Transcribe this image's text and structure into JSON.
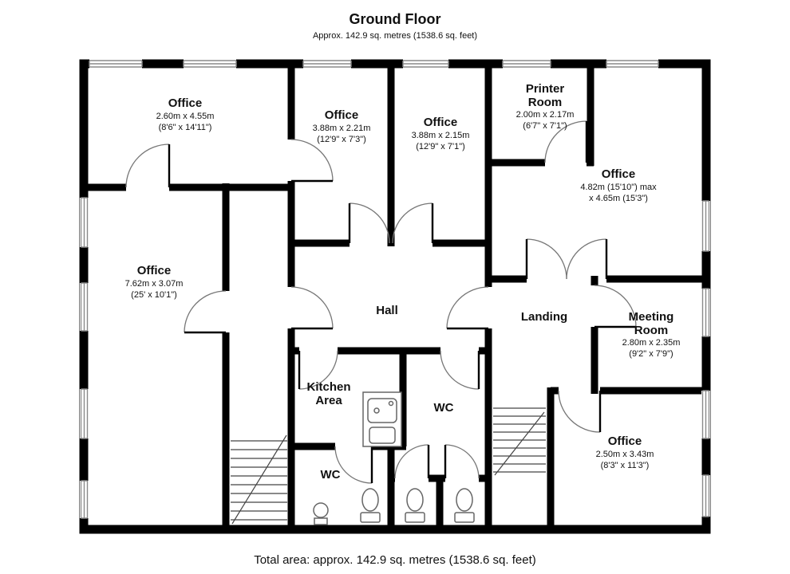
{
  "header": {
    "title": "Ground Floor",
    "subtitle": "Approx. 142.9 sq. metres (1538.6 sq. feet)"
  },
  "rooms": {
    "office_top_left": {
      "name": "Office",
      "dim_m": "2.60m x 4.55m",
      "dim_ft": "(8'6\" x 14'11\")"
    },
    "office_2": {
      "name": "Office",
      "dim_m": "3.88m x 2.21m",
      "dim_ft": "(12'9\" x 7'3\")"
    },
    "office_3": {
      "name": "Office",
      "dim_m": "3.88m x 2.15m",
      "dim_ft": "(12'9\" x 7'1\")"
    },
    "printer_room": {
      "name": "Printer Room",
      "dim_m": "2.00m x 2.17m",
      "dim_ft": "(6'7\" x 7'1\")"
    },
    "office_right": {
      "name": "Office",
      "dim_m": "4.82m (15'10\") max",
      "dim_ft": "x 4.65m (15'3\")"
    },
    "office_left": {
      "name": "Office",
      "dim_m": "7.62m x 3.07m",
      "dim_ft": "(25' x 10'1\")"
    },
    "hall": {
      "name": "Hall"
    },
    "landing": {
      "name": "Landing"
    },
    "meeting_room": {
      "name": "Meeting Room",
      "dim_m": "2.80m x 2.35m",
      "dim_ft": "(9'2\" x 7'9\")"
    },
    "kitchen": {
      "name": "Kitchen Area"
    },
    "wc_upper": {
      "name": "WC"
    },
    "wc_lower": {
      "name": "WC"
    },
    "office_bottom_right": {
      "name": "Office",
      "dim_m": "2.50m x 3.43m",
      "dim_ft": "(8'3\" x 11'3\")"
    }
  },
  "footer": {
    "total_area": "Total area: approx. 142.9 sq. metres (1538.6 sq. feet)"
  },
  "colors": {
    "wall": "#000000",
    "window": "#8a8a8a",
    "arc": "#777777"
  }
}
